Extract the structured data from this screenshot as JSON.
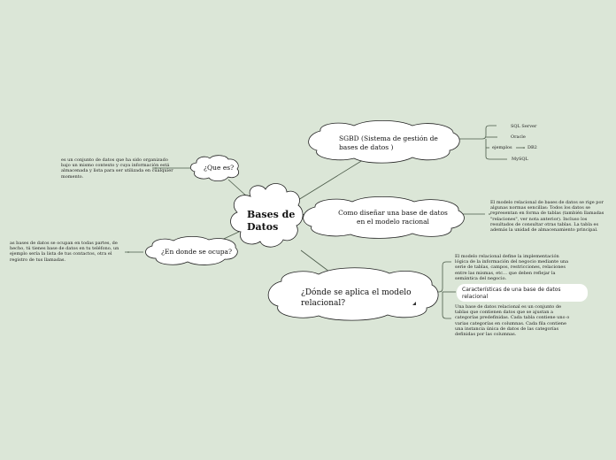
{
  "central": {
    "label": "Bases de Datos"
  },
  "topics": {
    "que_es": {
      "label": "¿Que es?"
    },
    "donde_ocupa": {
      "label": "¿En donde se ocupa?"
    },
    "sgbd": {
      "label": "SGBD (Sistema de gestión de bases de datos )"
    },
    "disenar": {
      "label": "Como diseñar una base de datos en el modelo racional"
    },
    "aplica": {
      "label": "¿Dónde se aplica el modelo relacional?"
    }
  },
  "notes": {
    "que_es_desc": "es un conjunto de datos que ha sido organizado bajo un mismo contexto y cuya información está almacenada y lista para ser utilizada en cualquier momento.",
    "donde_desc": "as bases de datos se ocupan en todas partes, de hecho, tú tienes base de datos en tu teléfono, un ejemplo sería la lista de tus contactos, otra el registro de tus llamadas.",
    "disenar_desc": "El modelo relacional de bases de datos se rige por algunas normas sencillas: Todos los datos se representan en forma de tablas (también llamadas \"relaciones\", ver nota anterior). Incluso los resultados de consultar otras tablas. La tabla es además la unidad de almacenamiento principal.",
    "aplica_desc1": "El modelo relacional define la implementación lógica de la información del negocio mediante una serie de tablas, campos, restricciones, relaciones entre las mismas, etc… que deben reflejar la semántica del negocio.",
    "aplica_pill": "Características de una base de datos relacional",
    "aplica_desc2": "Una base de datos relacional es un conjunto de tablas que contienen datos que se ajustan a categorías predefinidas. Cada tabla contiene uno o varias categorías en columnas. Cada fila contiene una instancia única de datos de las categorías definidas por las columnas."
  },
  "sgbd_items": {
    "sql_server": "SQL Server",
    "oracle": "Oracle",
    "ejemplos": "ejemplos",
    "db2": "DB2",
    "mysql": "MySQL"
  },
  "colors": {
    "background": "#dbe6d7",
    "node_fill": "#ffffff",
    "node_stroke": "#222222",
    "connector": "#4a5a48"
  }
}
